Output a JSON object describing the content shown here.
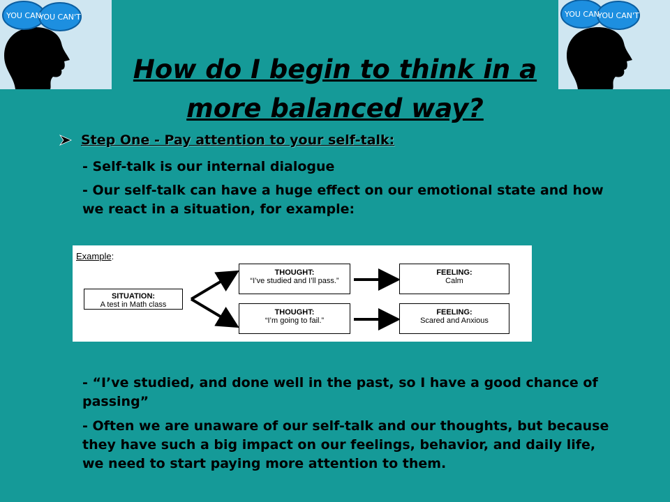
{
  "corner_image": {
    "bubble_left": "YOU CAN",
    "bubble_right": "YOU CAN'T"
  },
  "slide": {
    "title_line1": "How do I begin to think in a",
    "title_line2": "more balanced way?",
    "step_label": "Step One - Pay attention to your self-talk:",
    "paragraph1": "- Self-talk is our internal dialogue",
    "paragraph2": "- Our self-talk can have a huge effect on our emotional state and how we react in a situation, for example:",
    "paragraph3": "- “I’ve studied, and done well in the past, so I have a good chance of passing”",
    "paragraph4": "- Often we are unaware of our self-talk and our thoughts, but because they have such a big impact on our feelings, behavior, and daily life, we need to start paying more attention to them."
  },
  "diagram": {
    "heading": "Example",
    "heading_suffix": ":",
    "situation_head": "SITUATION:",
    "situation_text": "A test in Math class",
    "thought1_head": "THOUGHT:",
    "thought1_text": "“I’ve studied and  I’ll pass.”",
    "thought2_head": "THOUGHT:",
    "thought2_text": "“I’m going to fail.”",
    "feeling1_head": "FEELING:",
    "feeling1_text": "Calm",
    "feeling2_head": "FEELING:",
    "feeling2_text": "Scared and Anxious"
  },
  "colors": {
    "background": "#159a98",
    "corner_bg": "#cfe6f1",
    "bubble": "#1d8fe0"
  }
}
